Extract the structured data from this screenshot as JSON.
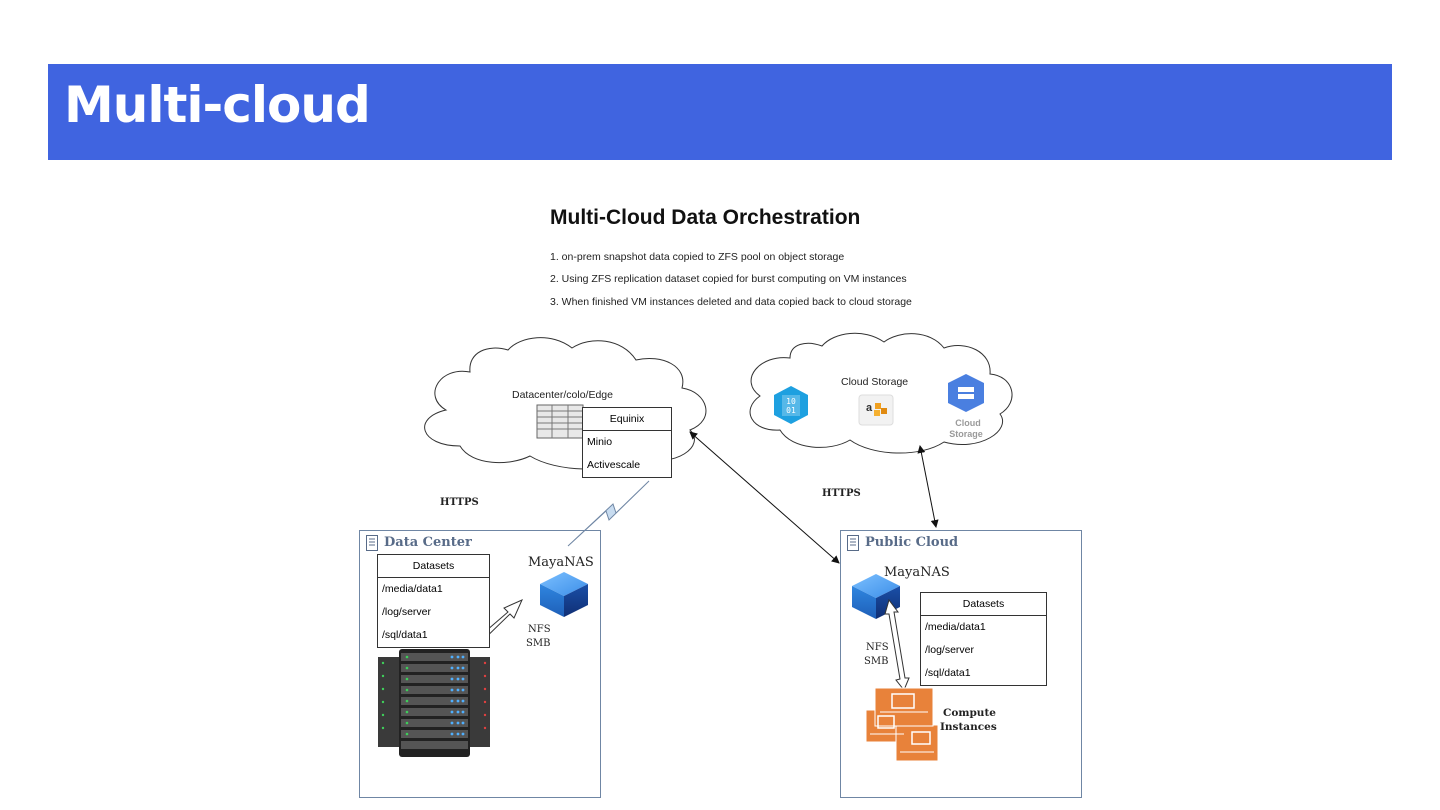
{
  "slide": {
    "title": "Multi-cloud"
  },
  "diagram": {
    "title": "Multi-Cloud Data Orchestration",
    "steps": [
      "1. on-prem snapshot data copied to ZFS pool on object storage",
      "2. Using ZFS replication dataset copied for burst computing on VM instances",
      "3. When finished VM instances deleted and data copied back to cloud storage"
    ],
    "edge_cloud": {
      "label": "Datacenter/colo/Edge",
      "table": {
        "header": "Equinix",
        "rows": [
          "Minio",
          "Activescale"
        ]
      }
    },
    "storage_cloud": {
      "label": "Cloud Storage",
      "gcs_label": "Cloud Storage",
      "gcs_label_line1": "Cloud",
      "gcs_label_line2": "Storage",
      "azure_icon_text_line1": "10",
      "azure_icon_text_line2": "01",
      "aws_icon_text": "a"
    },
    "links": {
      "left_protocol": "HTTPS",
      "right_protocol": "HTTPS"
    },
    "data_center": {
      "title": "Data Center",
      "datasets": {
        "header": "Datasets",
        "rows": [
          "/media/data1",
          "/log/server",
          "/sql/data1"
        ]
      },
      "nas_label": "MayaNAS",
      "protocol_line1": "NFS",
      "protocol_line2": "SMB"
    },
    "public_cloud": {
      "title": "Public Cloud",
      "datasets": {
        "header": "Datasets",
        "rows": [
          "/media/data1",
          "/log/server",
          "/sql/data1"
        ]
      },
      "nas_label": "MayaNAS",
      "protocol_line1": "NFS",
      "protocol_line2": "SMB",
      "compute_line1": "Compute",
      "compute_line2": "Instances"
    },
    "colors": {
      "header_blue": "#4064e0",
      "panel_border": "#6f86a4",
      "gcs_blue": "#4a7fe0",
      "azure_cyan": "#1ea0e0",
      "compute_orange": "#e8823a"
    }
  }
}
